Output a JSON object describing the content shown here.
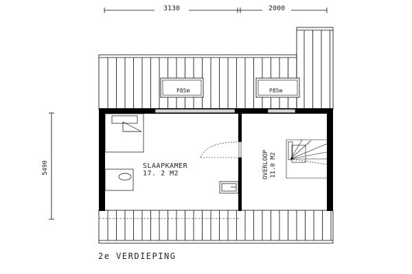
{
  "dimensions": {
    "width_left": "3130",
    "width_right": "2000",
    "depth": "5490"
  },
  "skylights": [
    {
      "label": "P85m"
    },
    {
      "label": "P85m"
    }
  ],
  "rooms": [
    {
      "name": "SLAAPKAMER",
      "area": "17. 2 M2"
    },
    {
      "name": "OVERLOOP",
      "area": "11.0 M2"
    }
  ],
  "floor_title": "2e VERDIEPING",
  "colors": {
    "line": "#000000",
    "background": "#ffffff"
  }
}
